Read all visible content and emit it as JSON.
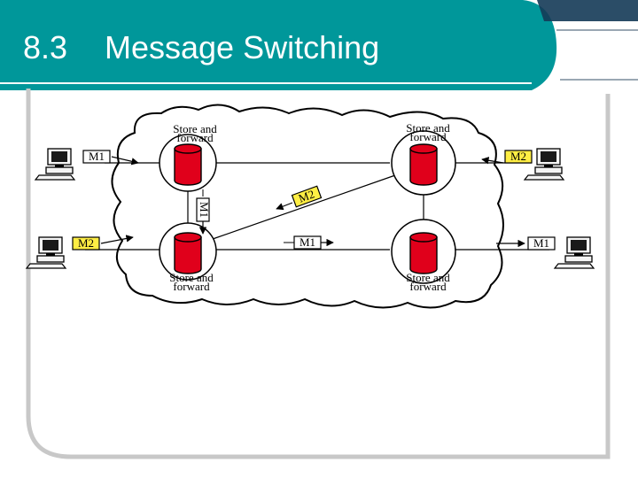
{
  "slide": {
    "title_number": "8.3",
    "title_text": "Message Switching"
  },
  "diagram": {
    "nodes": [
      {
        "id": "top-left",
        "label_line1": "Store and",
        "label_line2": "forward"
      },
      {
        "id": "top-right",
        "label_line1": "Store and",
        "label_line2": "forward"
      },
      {
        "id": "bottom-left",
        "label_line1": "Store and",
        "label_line2": "forward"
      },
      {
        "id": "bottom-right",
        "label_line1": "Store and",
        "label_line2": "forward"
      }
    ],
    "messages": {
      "host_top_left": "M1",
      "host_top_right": "M2",
      "host_bottom_left": "M2",
      "host_bottom_right": "M1",
      "link_vertical_left": "M1",
      "link_diagonal": "M2",
      "link_bottom": "M1"
    },
    "colors": {
      "title_bar": "#00979a",
      "disk": "#e0001b",
      "highlight_label": "#ffee44",
      "frame": "#c8c8c8"
    }
  }
}
